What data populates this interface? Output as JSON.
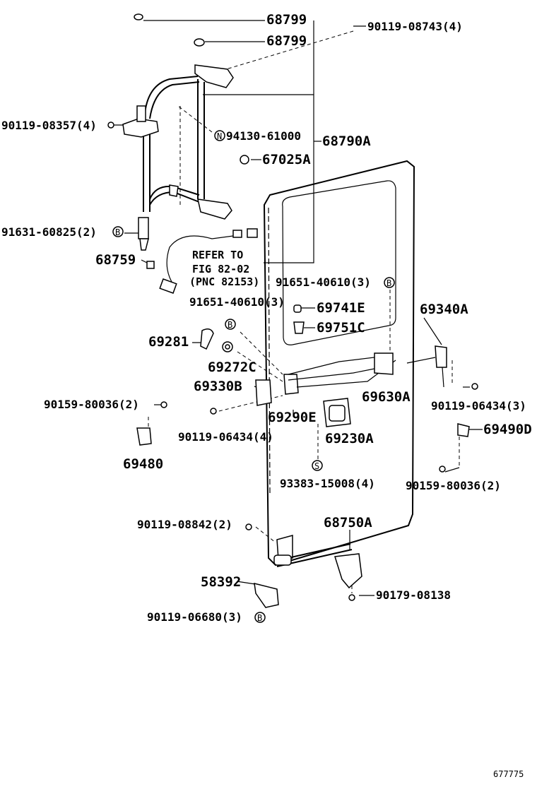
{
  "labels": {
    "p68799a": "68799",
    "p68799b": "68799",
    "p90119_08743": "90119-08743(4)",
    "p90119_08357": "90119-08357(4)",
    "p94130": "94130-61000",
    "p68790A": "68790A",
    "p67025A": "67025A",
    "p91631": "91631-60825(2)",
    "p68759": "68759",
    "refer1": "REFER TO",
    "refer2": "FIG 82-02",
    "refer3": "(PNC 82153)",
    "p91651a": "91651-40610(3)",
    "p91651b": "91651-40610(3)",
    "p69741E": "69741E",
    "p69751C": "69751C",
    "p69340A": "69340A",
    "p69281": "69281",
    "p69272C": "69272C",
    "p69330B": "69330B",
    "p69630A": "69630A",
    "p90159a": "90159-80036(2)",
    "p69290E": "69290E",
    "p90119_06434a": "90119-06434(3)",
    "p90119_06434b": "90119-06434(4)",
    "p69230A": "69230A",
    "p69490D": "69490D",
    "p69480": "69480",
    "p93383": "93383-15008(4)",
    "p90159b": "90159-80036(2)",
    "p90119_08842": "90119-08842(2)",
    "p68750A": "68750A",
    "p58392": "58392",
    "p90179": "90179-08138",
    "p90119_06680": "90119-06680(3)",
    "figure_id": "677775"
  },
  "symbols": {
    "n": "N",
    "b": "B",
    "s": "S"
  }
}
